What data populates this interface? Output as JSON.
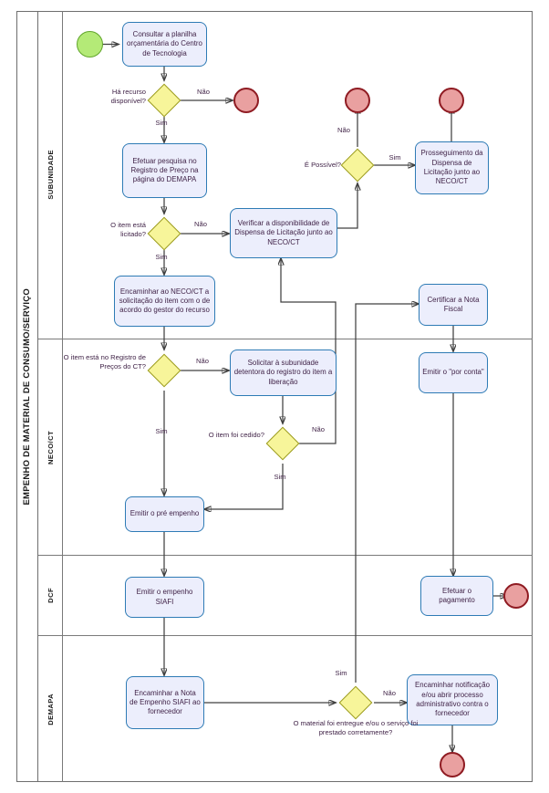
{
  "pool": {
    "title": "EMPENHO DE MATERIAL DE CONSUMO/SERVIÇO"
  },
  "lanes": [
    {
      "id": "subunidade",
      "label": "SUBUNIDADE"
    },
    {
      "id": "neco-ct",
      "label": "NECO/CT"
    },
    {
      "id": "dcf",
      "label": "DCF"
    },
    {
      "id": "demapa",
      "label": "DEMAPA"
    }
  ],
  "events": [
    {
      "id": "start",
      "kind": "start",
      "label": ""
    },
    {
      "id": "end-sem-recurso",
      "kind": "end",
      "label": ""
    },
    {
      "id": "end-nao-possivel",
      "kind": "end",
      "label": ""
    },
    {
      "id": "end-prosseguimento",
      "kind": "end",
      "label": ""
    },
    {
      "id": "end-pagamento",
      "kind": "end",
      "label": ""
    },
    {
      "id": "end-notificacao",
      "kind": "end",
      "label": ""
    }
  ],
  "tasks": [
    {
      "id": "t1",
      "lane": "subunidade",
      "text": "Consultar a planilha orçamentária do Centro de Tecnologia"
    },
    {
      "id": "t2",
      "lane": "subunidade",
      "text": "Efetuar pesquisa no Registro de Preço na página do DEMAPA"
    },
    {
      "id": "t3",
      "lane": "subunidade",
      "text": "Verificar a disponibilidade de Dispensa de Licitação junto ao NECO/CT"
    },
    {
      "id": "t4",
      "lane": "subunidade",
      "text": "Prosseguimento da Dispensa de Licitação junto ao NECO/CT"
    },
    {
      "id": "t5",
      "lane": "subunidade",
      "text": "Encaminhar ao NECO/CT a solicitação do item com o de acordo do gestor do recurso"
    },
    {
      "id": "t6",
      "lane": "neco-ct",
      "text": "Solicitar à subunidade detentora do registro do item a liberação"
    },
    {
      "id": "t7",
      "lane": "neco-ct",
      "text": "Certificar a Nota Fiscal"
    },
    {
      "id": "t8",
      "lane": "neco-ct",
      "text": "Emitir o \"por conta\""
    },
    {
      "id": "t9",
      "lane": "neco-ct",
      "text": "Emitir o pré empenho"
    },
    {
      "id": "t10",
      "lane": "dcf",
      "text": "Emitir o empenho SIAFI"
    },
    {
      "id": "t11",
      "lane": "dcf",
      "text": "Efetuar o pagamento"
    },
    {
      "id": "t12",
      "lane": "demapa",
      "text": "Encaminhar a Nota de Empenho SIAFI ao fornecedor"
    },
    {
      "id": "t13",
      "lane": "demapa",
      "text": "Encaminhar notificação e/ou abrir processo administrativo contra o fornecedor"
    }
  ],
  "gateways": [
    {
      "id": "g1",
      "lane": "subunidade",
      "question": "Há recurso disponível?"
    },
    {
      "id": "g2",
      "lane": "subunidade",
      "question": "O item está licitado?"
    },
    {
      "id": "g3",
      "lane": "subunidade",
      "question": "É Possível?"
    },
    {
      "id": "g4",
      "lane": "neco-ct",
      "question": "O item está no Registro de Preços do CT?"
    },
    {
      "id": "g5",
      "lane": "neco-ct",
      "question": "O item foi cedido?"
    },
    {
      "id": "g6",
      "lane": "demapa",
      "question": "O material foi entregue e/ou o serviço foi prestado corretamente?"
    }
  ],
  "flow_labels": {
    "g1_no": "Não",
    "g1_yes": "Sim",
    "g2_no": "Não",
    "g2_yes": "Sim",
    "g3_no": "Não",
    "g3_yes": "Sim",
    "g4_no": "Não",
    "g4_yes": "Sim",
    "g5_no": "Não",
    "g5_yes": "Sim",
    "g6_no": "Não",
    "g6_yes": "Sim"
  },
  "colors": {
    "task_fill": "#eceefc",
    "task_stroke": "#2e7bb5",
    "gateway_fill": "#f7f59a",
    "gateway_stroke": "#9a9a1e",
    "start_fill": "#b4ea77",
    "start_stroke": "#62a62c",
    "end_fill": "#e9a0a0",
    "end_stroke": "#8f1b22",
    "connector": "#404040",
    "text": "#3d1f44",
    "lane_border": "#7a7a7a"
  }
}
